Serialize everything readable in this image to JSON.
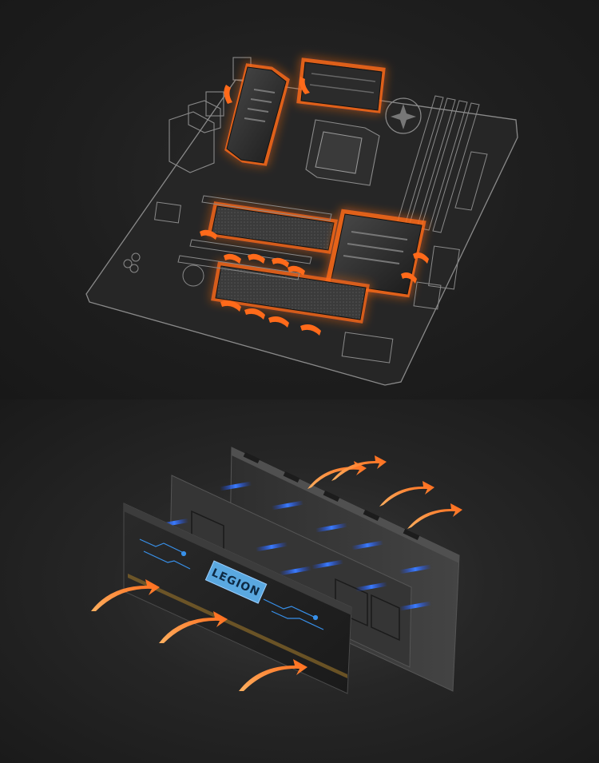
{
  "illustration": {
    "top": {
      "subject": "motherboard-heatsink-airflow",
      "accent_color": "#ff6a1a",
      "outline_color": "#8a8a8a"
    },
    "bottom": {
      "subject": "ram-modules-airflow",
      "logo_text": "LEGION",
      "logo_bg_color": "#5aa8e0",
      "warm_air_color": "#ff7a1a",
      "cool_air_color": "#2a6cff"
    }
  }
}
